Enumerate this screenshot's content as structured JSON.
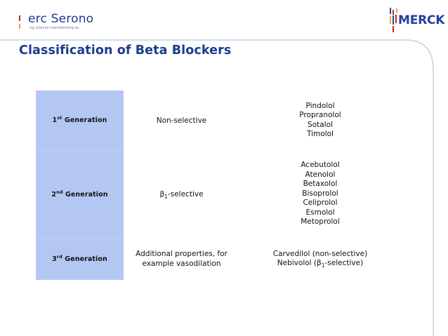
{
  "header": {
    "serono_logo": {
      "wordmark": "erc  Serono",
      "tagline": "ng science transforming   es",
      "icon": "serono-bars-icon"
    },
    "merck_logo": {
      "wordmark": "MERCK",
      "icon": "merck-bars-icon"
    }
  },
  "slide": {
    "title": "Classification of Beta Blockers"
  },
  "colors": {
    "title_blue": "#1b3c8f",
    "cell_blue": "#b4c7f3",
    "frame_line": "#b9c4de",
    "merck_blue": "#21409a",
    "accent_red": "#c9241f",
    "accent_gold": "#e8a33d"
  },
  "table": {
    "rows": [
      {
        "generation_prefix": "1",
        "generation_ordinal": "st",
        "generation_suffix": " Generation",
        "selectivity": "Non-selective",
        "selectivity_has_beta1": false,
        "drugs": [
          "Pindolol",
          "Propranolol",
          "Sotalol",
          "Timolol"
        ]
      },
      {
        "generation_prefix": "2",
        "generation_ordinal": "nd",
        "generation_suffix": " Generation",
        "selectivity": "β1-selective",
        "selectivity_has_beta1": true,
        "drugs": [
          "Acebutolol",
          "Atenolol",
          "Betaxolol",
          "Bisoprolol",
          "Celiprolol",
          "Esmolol",
          "Metoprolol"
        ]
      },
      {
        "generation_prefix": "3",
        "generation_ordinal": "rd",
        "generation_suffix": " Generation",
        "selectivity": "Additional properties, for example vasodilation",
        "selectivity_has_beta1": false,
        "drugs": [
          "Carvedilol (non-selective)",
          "Nebivolol (β1-selective)"
        ]
      }
    ]
  }
}
